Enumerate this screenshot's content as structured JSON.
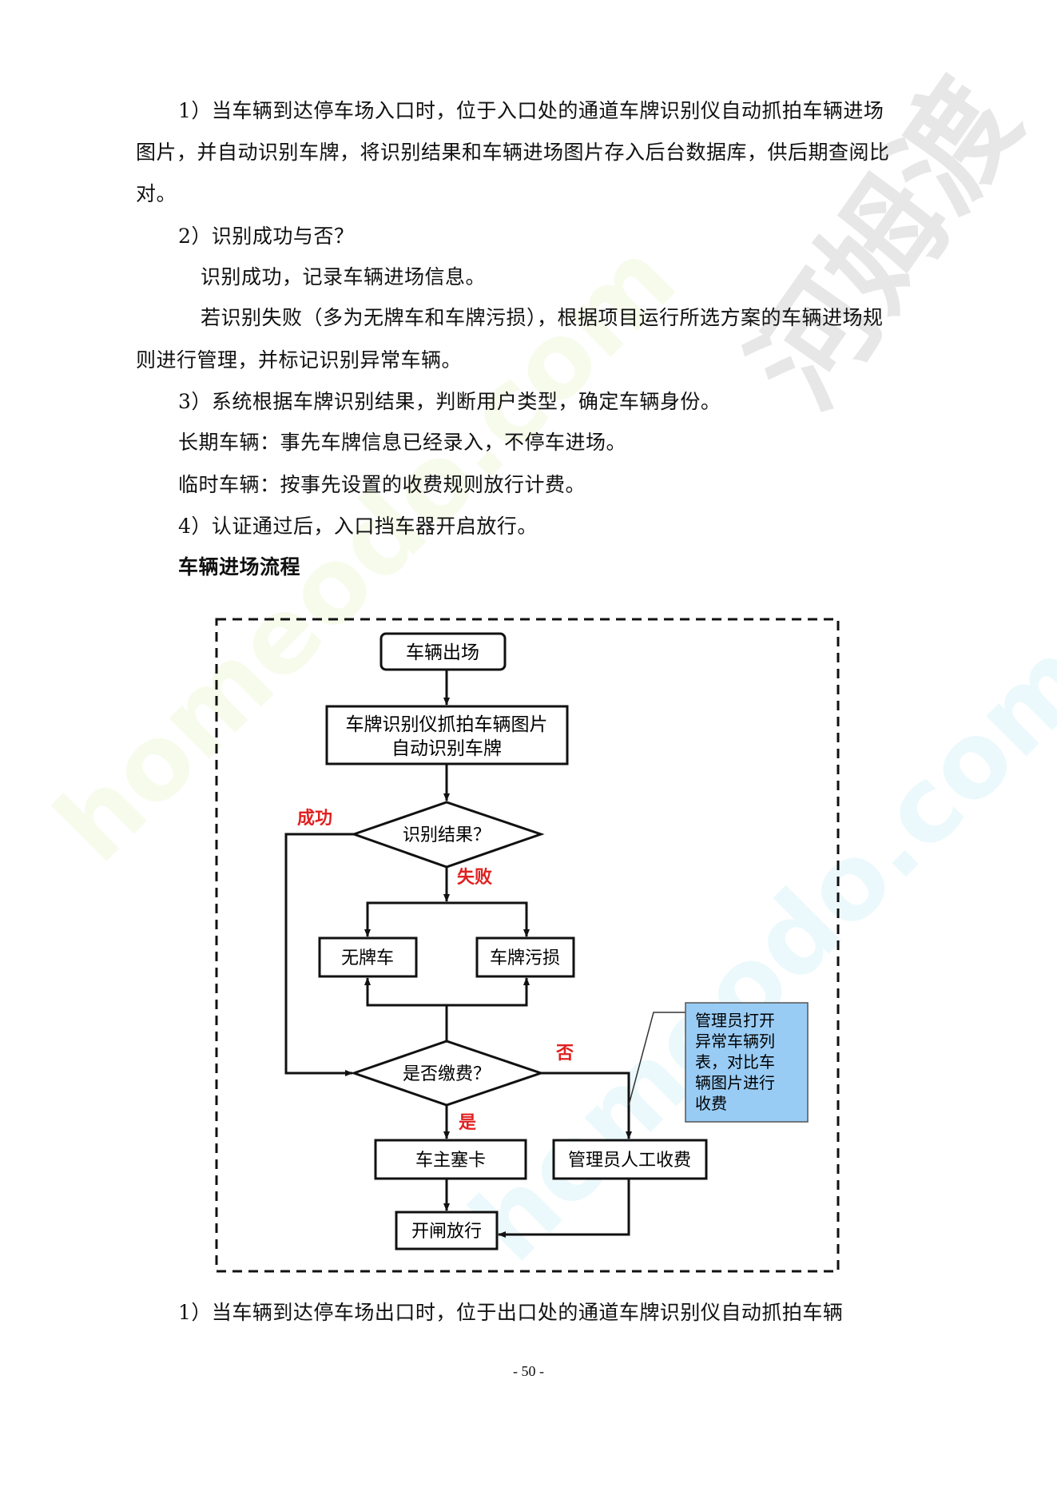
{
  "paragraphs": [
    "1）当车辆到达停车场入口时，位于入口处的通道车牌识别仪自动抓拍车辆进场",
    "图片，并自动识别车牌，将识别结果和车辆进场图片存入后台数据库，供后期查阅比",
    "对。",
    "2）识别成功与否？",
    "识别成功，记录车辆进场信息。",
    "若识别失败（多为无牌车和车牌污损），根据项目运行所选方案的车辆进场规",
    "则进行管理，并标记识别异常车辆。",
    "3）系统根据车牌识别结果，判断用户类型，确定车辆身份。",
    "长期车辆：事先车牌信息已经录入，不停车进场。",
    "临时车辆：按事先设置的收费规则放行计费。",
    "4）认证通过后，入口挡车器开启放行。"
  ],
  "section_heading": "车辆进场流程",
  "flowchart": {
    "start": "车辆出场",
    "capture_line1": "车牌识别仪抓拍车辆图片",
    "capture_line2": "自动识别车牌",
    "decision1": "识别结果？",
    "success_label": "成功",
    "fail_label": "失败",
    "no_plate": "无牌车",
    "damaged_plate": "车牌污损",
    "decision2": "是否缴费？",
    "no_label": "否",
    "yes_label": "是",
    "owner_card": "车主塞卡",
    "manual_charge": "管理员人工收费",
    "open_gate": "开闸放行",
    "note_lines": [
      "管理员打开",
      "异常车辆列",
      "表，对比车",
      "辆图片进行",
      "收费"
    ],
    "label_color": "#e02020",
    "note_fill": "#99ccf5"
  },
  "bottom_paragraph": "1）当车辆到达停车场出口时，位于出口处的通道车牌识别仪自动抓拍车辆",
  "page_number": "- 50 -",
  "watermarks": [
    "河姆渡",
    "homeodo.com"
  ]
}
